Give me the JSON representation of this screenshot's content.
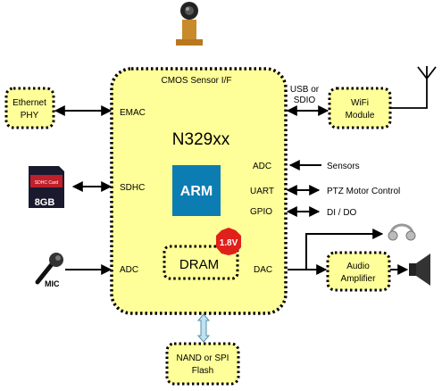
{
  "chip": {
    "name": "N329xx",
    "cmos_label": "CMOS Sensor I/F",
    "arm_logo": "ARM",
    "dram": "DRAM",
    "voltage_badge": "1.8V",
    "ports": {
      "emac": "EMAC",
      "sdhc": "SDHC",
      "adc_left": "ADC",
      "adc_right": "ADC",
      "uart": "UART",
      "gpio": "GPIO",
      "dac": "DAC"
    }
  },
  "blocks": {
    "ethernet": [
      "Ethernet",
      "PHY"
    ],
    "wifi": [
      "WiFi",
      "Module"
    ],
    "audio": [
      "Audio",
      "Amplifier"
    ],
    "flash": [
      "NAND or SPI",
      "Flash"
    ]
  },
  "labels": {
    "usb_sdio": [
      "USB or",
      "SDIO"
    ],
    "sensors": "Sensors",
    "ptz": "PTZ Motor Control",
    "dio": "DI / DO",
    "mic": "MIC",
    "sd_card_capacity": "8GB",
    "sd_card_brand": "SDHC Card"
  },
  "colors": {
    "block_fill": "#ffff99",
    "arm_blue": "#0b7db3",
    "badge_red": "#e0201a",
    "flash_arrow": "#bfe2f0"
  }
}
